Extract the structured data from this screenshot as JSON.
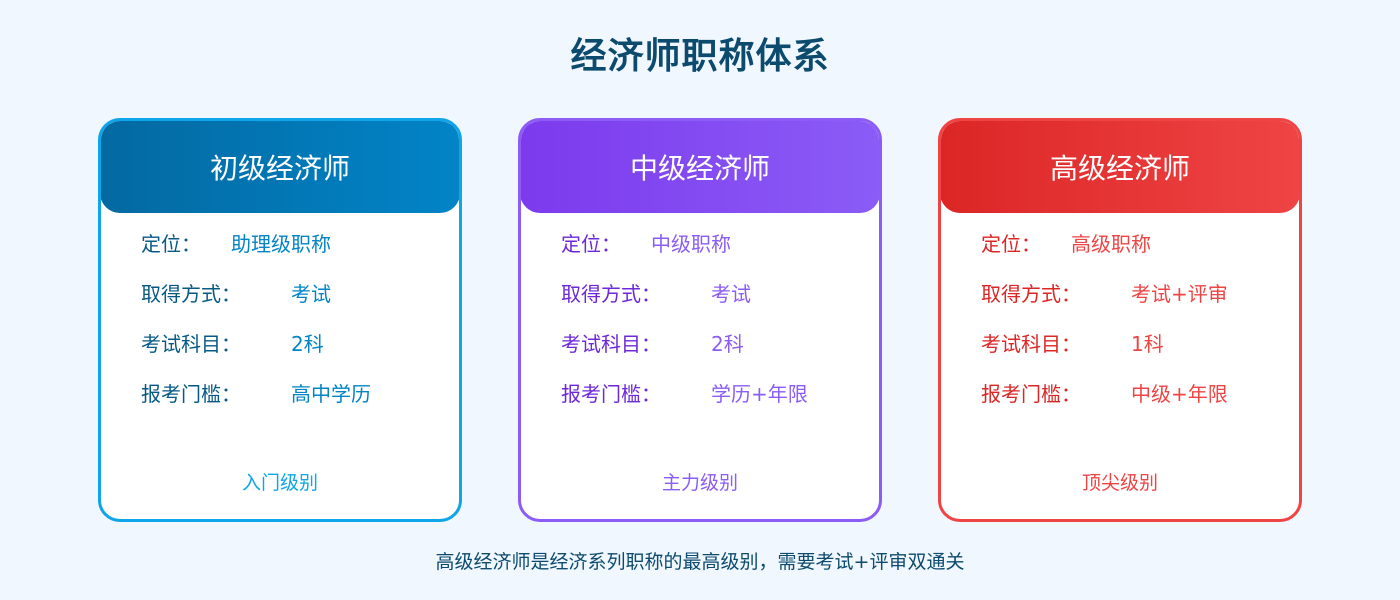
{
  "title": "经济师职称体系",
  "cards": [
    {
      "name": "初级经济师",
      "border_color": "#0ea5e9",
      "header_gradient": [
        "#0369a1",
        "#0284c7"
      ],
      "label_color": "#075985",
      "value_color": "#0284c7",
      "footer_color": "#0ea5e9",
      "rows": [
        {
          "label": "定位：",
          "value": "助理级职称"
        },
        {
          "label": "取得方式：",
          "value": "考试"
        },
        {
          "label": "考试科目：",
          "value": "2科"
        },
        {
          "label": "报考门槛：",
          "value": "高中学历"
        }
      ],
      "footer": "入门级别"
    },
    {
      "name": "中级经济师",
      "border_color": "#8b5cf6",
      "header_gradient": [
        "#7c3aed",
        "#8b5cf6"
      ],
      "label_color": "#6d28d9",
      "value_color": "#8b5cf6",
      "footer_color": "#8b5cf6",
      "rows": [
        {
          "label": "定位：",
          "value": "中级职称"
        },
        {
          "label": "取得方式：",
          "value": "考试"
        },
        {
          "label": "考试科目：",
          "value": "2科"
        },
        {
          "label": "报考门槛：",
          "value": "学历+年限"
        }
      ],
      "footer": "主力级别"
    },
    {
      "name": "高级经济师",
      "border_color": "#ef4444",
      "header_gradient": [
        "#dc2626",
        "#ef4444"
      ],
      "label_color": "#dc2626",
      "value_color": "#ef4444",
      "footer_color": "#ef4444",
      "rows": [
        {
          "label": "定位：",
          "value": "高级职称"
        },
        {
          "label": "取得方式：",
          "value": "考试+评审"
        },
        {
          "label": "考试科目：",
          "value": "1科"
        },
        {
          "label": "报考门槛：",
          "value": "中级+年限"
        }
      ],
      "footer": "顶尖级别"
    }
  ],
  "footnote": "高级经济师是经济系列职称的最高级别，需要考试+评审双通关"
}
